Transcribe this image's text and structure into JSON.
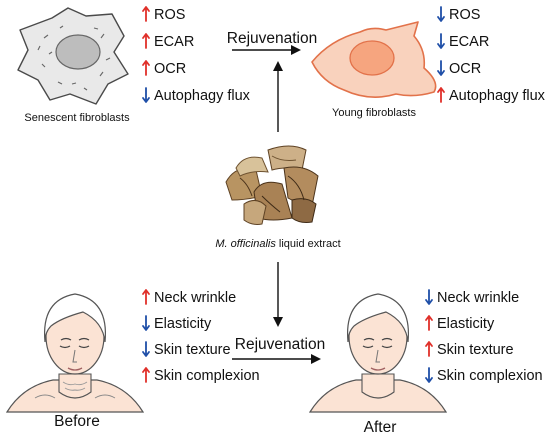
{
  "colors": {
    "up": "#e0302a",
    "down": "#1f4fa8",
    "senescent_fill": "#e9e9e9",
    "senescent_nucleus": "#bdbdbd",
    "young_fill": "#f9d2bd",
    "young_stroke": "#e2724a",
    "young_nucleus": "#f6a57f",
    "skin": "#fbe3d4",
    "hair": "#ffffff"
  },
  "senescent": {
    "caption": "Senescent fibroblasts",
    "markers": [
      {
        "label": "ROS",
        "dir": "up"
      },
      {
        "label": "ECAR",
        "dir": "up"
      },
      {
        "label": "OCR",
        "dir": "up"
      },
      {
        "label": "Autophagy flux",
        "dir": "down"
      }
    ]
  },
  "young": {
    "caption": "Young fibroblasts",
    "markers": [
      {
        "label": "ROS",
        "dir": "down"
      },
      {
        "label": "ECAR",
        "dir": "down"
      },
      {
        "label": "OCR",
        "dir": "down"
      },
      {
        "label": "Autophagy flux",
        "dir": "up"
      }
    ]
  },
  "rejuvenation_label": "Rejuvenation",
  "extract": {
    "species": "M. officinalis",
    "suffix": " liquid extract"
  },
  "before": {
    "caption": "Before",
    "markers": [
      {
        "label": "Neck wrinkle",
        "dir": "up"
      },
      {
        "label": "Elasticity",
        "dir": "down"
      },
      {
        "label": "Skin texture",
        "dir": "down"
      },
      {
        "label": "Skin complexion",
        "dir": "up"
      }
    ]
  },
  "after": {
    "caption": "After",
    "markers": [
      {
        "label": "Neck wrinkle",
        "dir": "down"
      },
      {
        "label": "Elasticity",
        "dir": "up"
      },
      {
        "label": "Skin texture",
        "dir": "up"
      },
      {
        "label": "Skin complexion",
        "dir": "down"
      }
    ]
  }
}
